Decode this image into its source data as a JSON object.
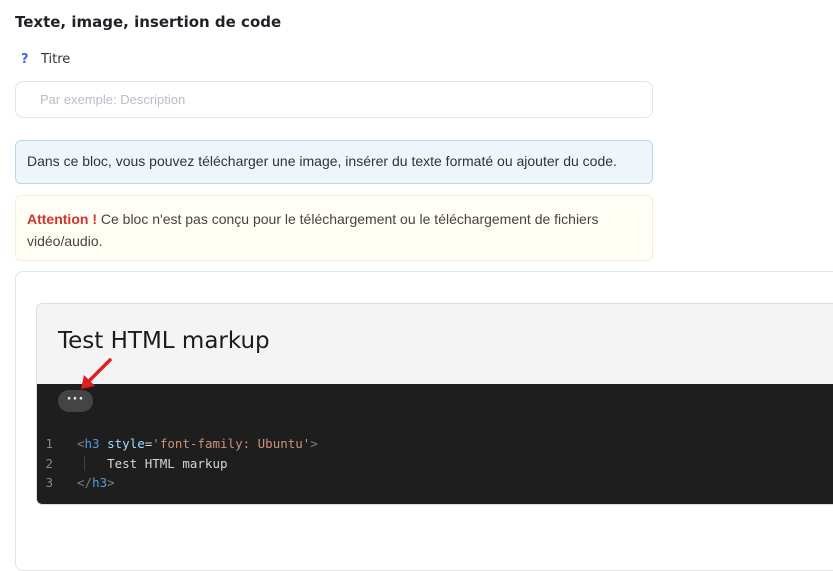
{
  "section": {
    "heading": "Texte, image, insertion de code"
  },
  "titre": {
    "help_icon": "?",
    "label": "Titre",
    "placeholder": "Par exemple: Description",
    "value": ""
  },
  "info": {
    "text": "Dans ce bloc, vous pouvez télécharger une image, insérer du texte formaté ou ajouter du code."
  },
  "warning": {
    "strong": "Attention !",
    "text": " Ce bloc n'est pas conçu pour le téléchargement ou le téléchargement de fichiers vidéo/audio."
  },
  "block": {
    "title": "Test HTML markup",
    "more_button": "···",
    "code": {
      "line_numbers": [
        "1",
        "2",
        "3"
      ],
      "line1": {
        "open": "<",
        "tag": "h3",
        "attr": "style",
        "eq": "=",
        "value": "'font-family: Ubuntu'",
        "close": ">"
      },
      "line2": {
        "text": "    Test HTML markup"
      },
      "line3": {
        "open": "</",
        "tag": "h3",
        "close": ">"
      }
    }
  },
  "colors": {
    "arrow": "#e02020",
    "info_bg": "#eef6fb",
    "warn_strong": "#d4322c",
    "code_bg": "#1e1e1e"
  }
}
